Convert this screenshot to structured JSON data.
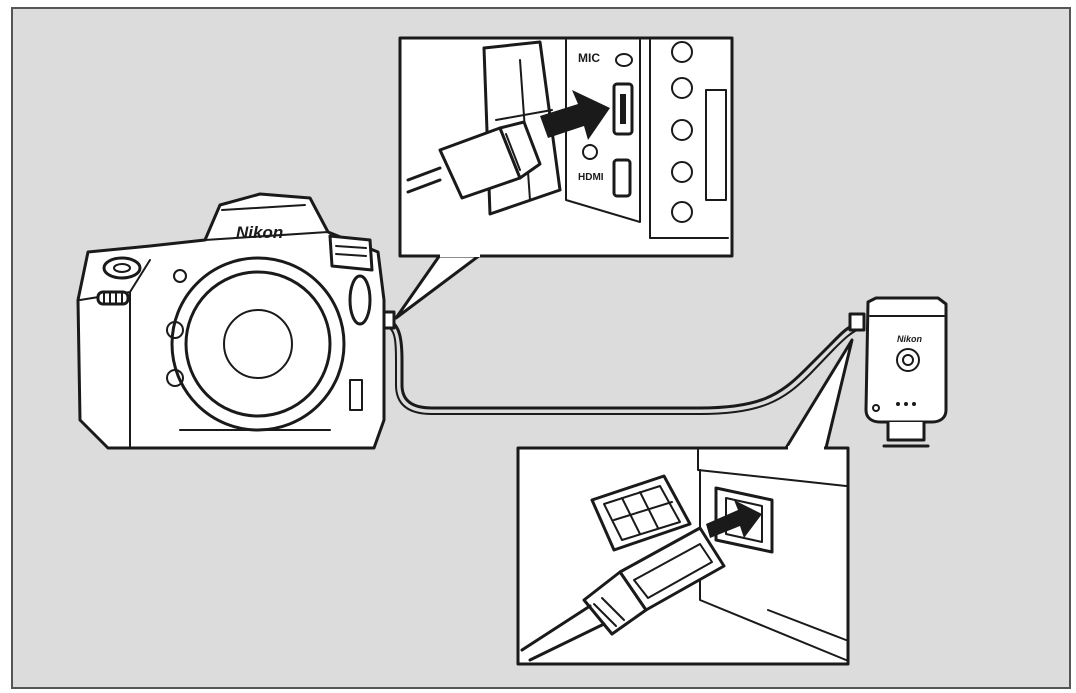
{
  "figure": {
    "background_color": "#dcdcdc",
    "line_color": "#1a1a1a",
    "camera_brand": "Nikon",
    "transmitter_brand": "Nikon",
    "camera_port_label": "HDMI",
    "camera_mic_label": "MIC"
  }
}
